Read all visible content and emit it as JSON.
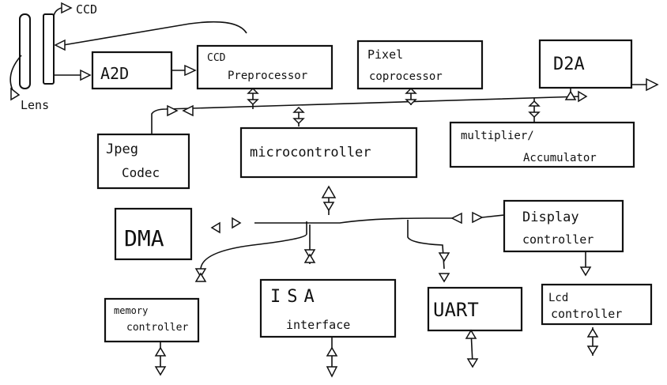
{
  "labels": {
    "ccd": "CCD",
    "lens": "Lens",
    "a2d": "A2D",
    "ccd_pre_1": "CCD",
    "ccd_pre_2": "Preprocessor",
    "pixel_1": "Pixel",
    "pixel_2": "coprocessor",
    "d2a": "D2A",
    "jpeg_1": "Jpeg",
    "jpeg_2": "Codec",
    "micro": "microcontroller",
    "mult_1": "multiplier/",
    "mult_2": "Accumulator",
    "dma": "DMA",
    "display_1": "Display",
    "display_2": "controller",
    "memory_1": "memory",
    "memory_2": "controller",
    "isa_1": "ISA",
    "isa_2": "interface",
    "uart": "UART",
    "lcd_1": "Lcd",
    "lcd_2": "controller"
  }
}
